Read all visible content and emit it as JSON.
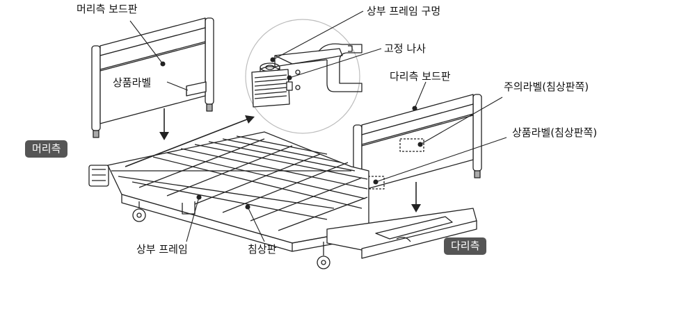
{
  "labels": {
    "head_board": "머리측 보드판",
    "upper_frame_hole": "상부 프레임 구멍",
    "fixing_screw": "고정 나사",
    "foot_board": "다리측 보드판",
    "product_label_head": "상품라벨",
    "caution_label": "주의라벨(침상판쪽)",
    "product_label_foot": "상품라벨(침상판쪽)",
    "upper_frame": "상부 프레임",
    "bed_board": "침상판"
  },
  "tags": {
    "head_side": "머리측",
    "foot_side": "다리측"
  },
  "colors": {
    "tag_bg": "#555555",
    "line": "#222222",
    "circle": "#bdbdbd"
  }
}
